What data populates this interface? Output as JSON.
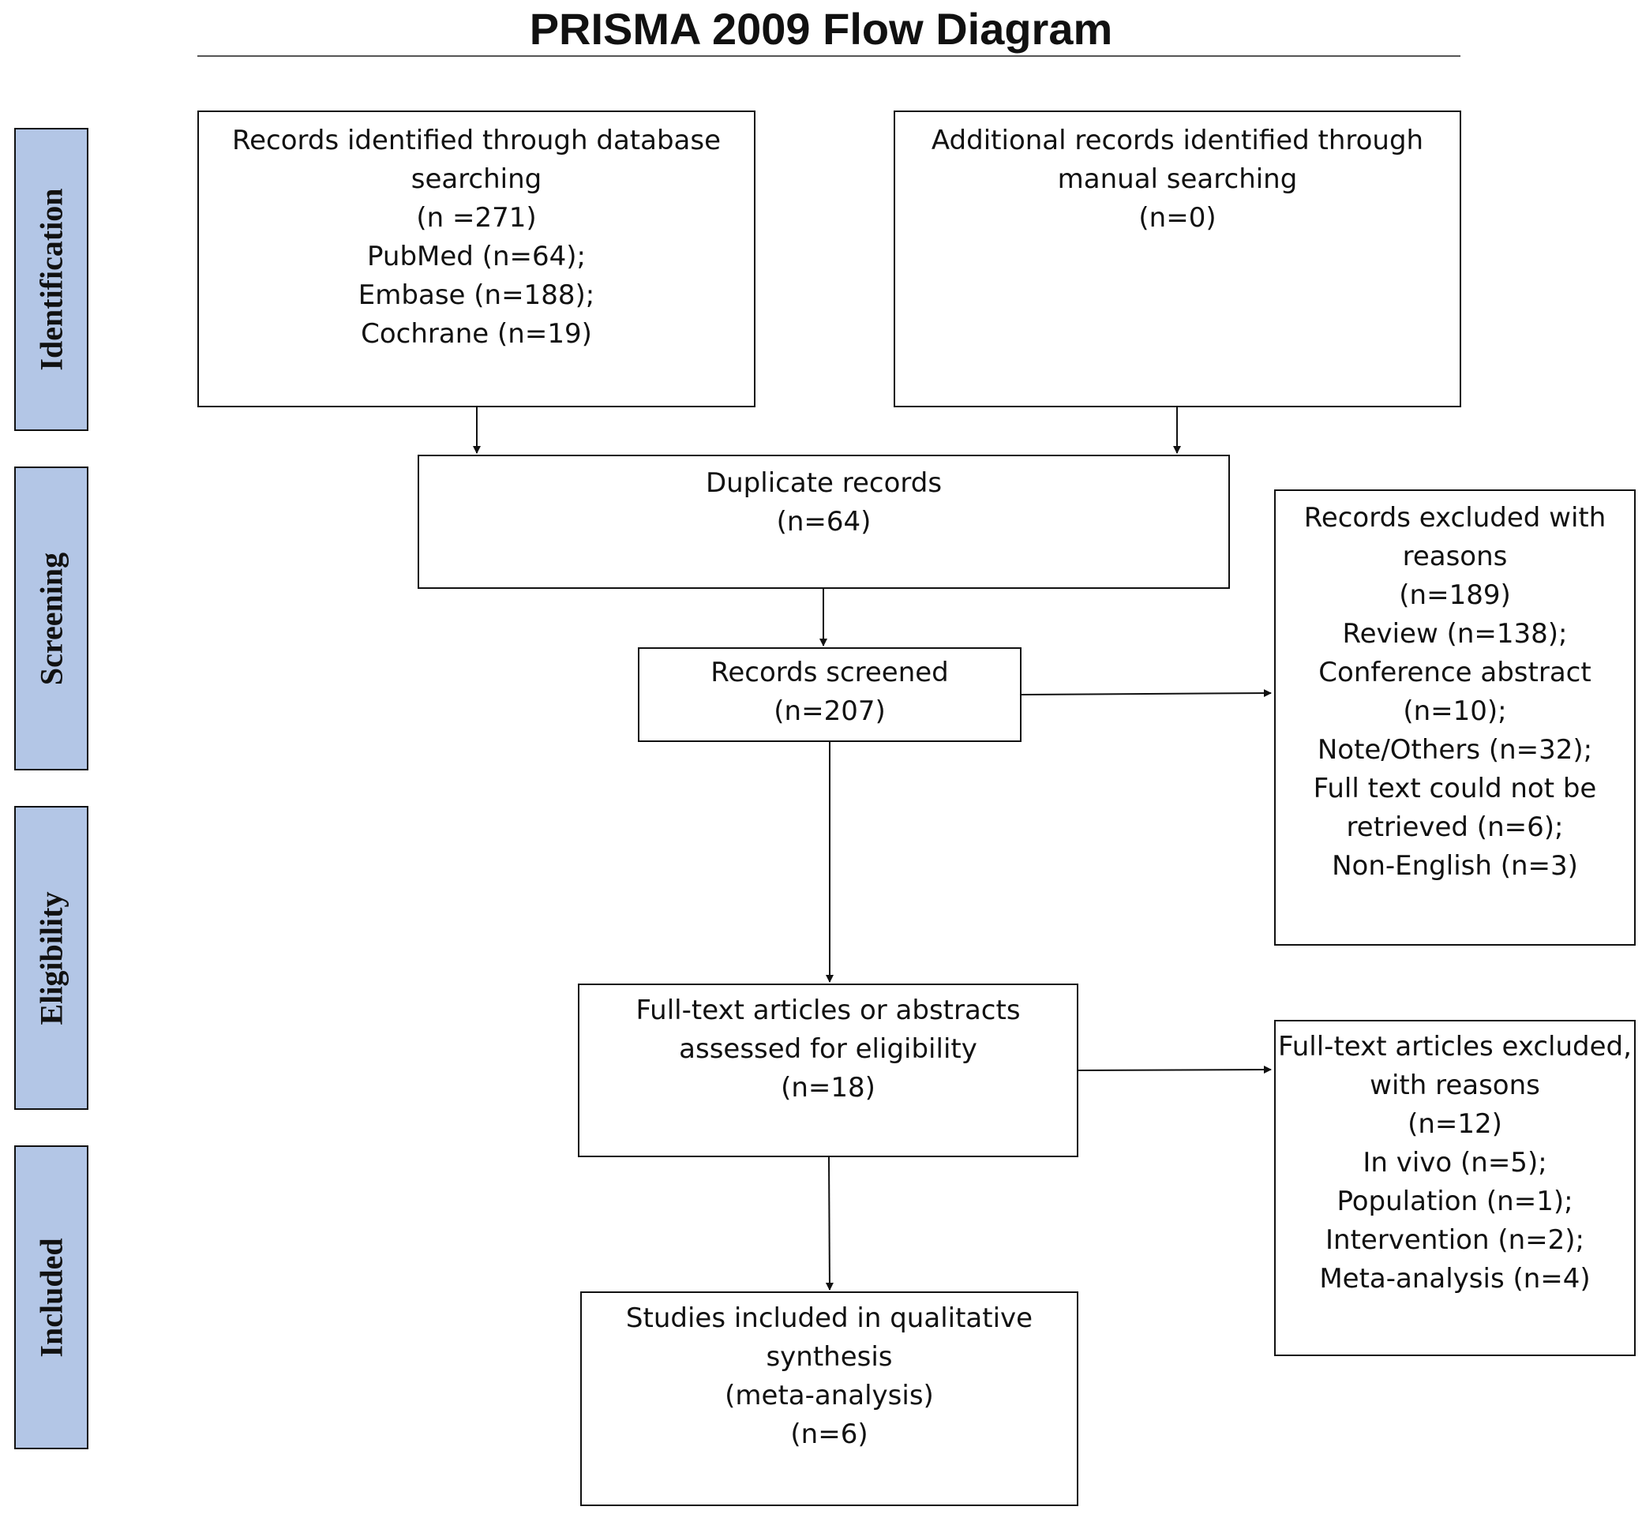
{
  "title": "PRISMA 2009 Flow Diagram",
  "stages": {
    "identification": "Identification",
    "screening": "Screening",
    "eligibility": "Eligibility",
    "included": "Included"
  },
  "boxes": {
    "database_search": {
      "lines": [
        "Records identified through database",
        "searching",
        "(n =271)",
        "PubMed (n=64);",
        "Embase (n=188);",
        "Cochrane (n=19)"
      ]
    },
    "manual_search": {
      "lines": [
        "Additional records identified through",
        "manual searching",
        "(n=0)"
      ]
    },
    "duplicates": {
      "lines": [
        "Duplicate records",
        "(n=64)"
      ]
    },
    "screened": {
      "lines": [
        "Records screened",
        "(n=207)"
      ]
    },
    "excluded_records": {
      "lines": [
        "Records excluded with",
        "reasons",
        "(n=189)",
        "Review (n=138);",
        "Conference abstract",
        "(n=10);",
        "Note/Others (n=32);",
        "Full text could not be",
        "retrieved (n=6);",
        "Non-English (n=3)"
      ]
    },
    "full_text_assessed": {
      "lines": [
        "Full-text articles or abstracts",
        "assessed for eligibility",
        "(n=18)"
      ]
    },
    "excluded_full_text": {
      "lines": [
        "Full-text articles excluded,",
        "with reasons",
        "(n=12)",
        "In vivo (n=5);",
        "Population (n=1);",
        "Intervention (n=2);",
        "Meta-analysis (n=4)"
      ]
    },
    "included": {
      "lines": [
        "Studies included in qualitative",
        "synthesis",
        "(meta-analysis)",
        "(n=6)"
      ]
    }
  }
}
